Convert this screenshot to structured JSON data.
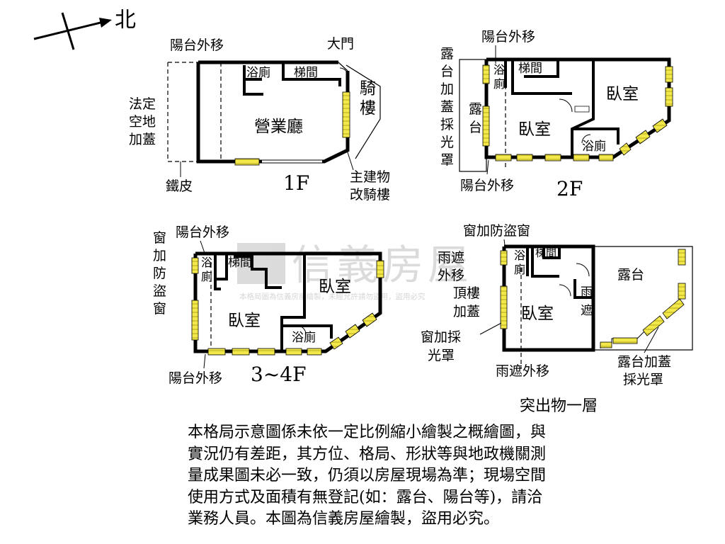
{
  "compass": {
    "label": "北"
  },
  "watermark": {
    "brand": "信義房屋",
    "notice": "本格局圖為信義房屋繪製，未經允許請勿盜用，盜用必究"
  },
  "floor_1f": {
    "title": "1F",
    "labels": {
      "balcony_moved": "陽台外移",
      "main_door": "大門",
      "bathroom": "浴廁",
      "stairs": "梯間",
      "arcade": [
        "騎",
        "樓"
      ],
      "business_hall": "營業廳",
      "legal_open_space": [
        "法定",
        "空地",
        "加蓋"
      ],
      "iron_sheet": "鐵皮",
      "main_bldg_arcade": [
        "主建物",
        "改騎樓"
      ]
    }
  },
  "floor_2f": {
    "title": "2F",
    "labels": {
      "balcony_moved_top": "陽台外移",
      "terrace_skylight": [
        "露",
        "台",
        "加",
        "蓋",
        "採",
        "光",
        "罩"
      ],
      "bathroom_left": [
        "浴",
        "廁"
      ],
      "stairs": "梯間",
      "terrace": [
        "露",
        "台"
      ],
      "bedroom_mid": "臥室",
      "bedroom_right": "臥室",
      "bathroom_lower": "浴廁",
      "balcony_moved_bottom": "陽台外移"
    }
  },
  "floor_34f": {
    "title": "3~4F",
    "labels": {
      "balcony_moved_top": "陽台外移",
      "window_guard": [
        "窗",
        "加",
        "防",
        "盜",
        "窗"
      ],
      "bathroom_left": [
        "浴",
        "廁"
      ],
      "stairs": "梯間",
      "bedroom_right": "臥室",
      "bedroom_left": "臥室",
      "bathroom_lower": "浴廁",
      "balcony_moved_bottom": "陽台外移"
    }
  },
  "floor_roof": {
    "title": "突出物一層",
    "labels": {
      "window_guard": "窗加防盜窗",
      "canopy_moved": [
        "雨遮",
        "外移"
      ],
      "bathroom": [
        "浴",
        "廁"
      ],
      "stairs": "梯間",
      "roof_cover": [
        "頂樓",
        "加蓋"
      ],
      "window_skylight": [
        "窗加採",
        "光罩"
      ],
      "bedroom": "臥室",
      "canopy": [
        "雨",
        "遮"
      ],
      "terrace": "露台",
      "terrace_skylight": [
        "露台加蓋",
        "採光罩"
      ],
      "canopy_moved_bottom": "雨遮外移"
    }
  },
  "disclaimer": [
    "本格局示意圖係未依一定比例縮小繪製之概繪圖，與",
    "實況仍有差距，其方位、格局、形狀等與地政機關測",
    "量成果圖未必一致，仍須以房屋現場為準；現場空間",
    "使用方式及面積有無登記(如：露台、陽台等)，請洽",
    "業務人員。本圖為信義房屋繪製，盜用必究。"
  ]
}
